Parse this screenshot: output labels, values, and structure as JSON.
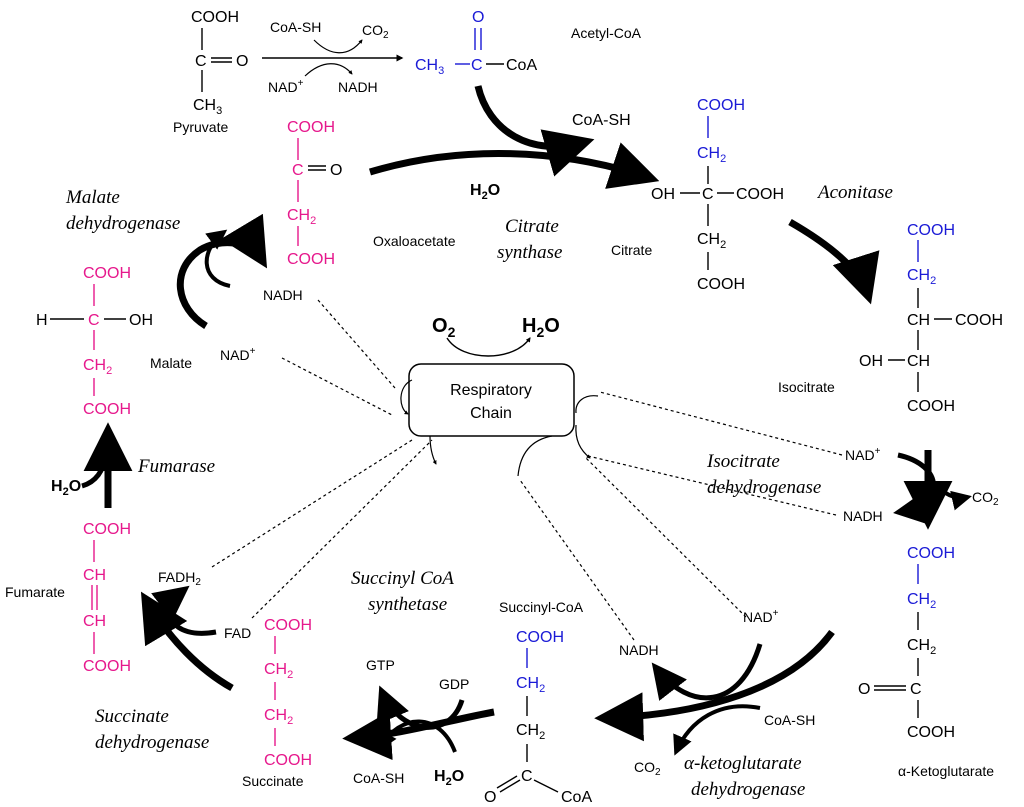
{
  "colors": {
    "magenta": "#e6188c",
    "blue": "#1a1ad6",
    "black": "#000000"
  },
  "center": {
    "line1": "Respiratory",
    "line2": "Chain"
  },
  "oxygen": {
    "o2": "O",
    "o2_sub": "2",
    "h2o": "H",
    "h2o_sub": "2",
    "h2o_end": "O"
  },
  "pyruvate": {
    "name": "Pyruvate",
    "cooh": "COOH",
    "c": "C",
    "o": "O",
    "ch3": "CH",
    "ch3_sub": "3"
  },
  "pdh_step": {
    "coash": "CoA-SH",
    "co2": "CO",
    "co2_sub": "2",
    "nad": "NAD",
    "nad_sup": "+",
    "nadh": "NADH"
  },
  "acetyl_coa": {
    "name": "Acetyl-CoA",
    "o": "O",
    "ch3": "CH",
    "ch3_sub": "3",
    "c": "C",
    "coa": "CoA"
  },
  "oxaloacetate": {
    "name": "Oxaloacetate",
    "cooh_top": "COOH",
    "c": "C",
    "o": "O",
    "ch2": "CH",
    "ch2_sub": "2",
    "cooh_bottom": "COOH"
  },
  "citrate_synthase": {
    "line1": "Citrate",
    "line2": "synthase",
    "coash": "CoA-SH",
    "h2o": "H",
    "h2o_sub": "2",
    "h2o_end": "O"
  },
  "citrate": {
    "name": "Citrate",
    "cooh_top": "COOH",
    "ch2_top": "CH",
    "ch2_top_sub": "2",
    "oh": "OH",
    "c": "C",
    "cooh_right": "COOH",
    "ch2_bottom": "CH",
    "ch2_bottom_sub": "2",
    "cooh_bottom": "COOH"
  },
  "aconitase": {
    "name": "Aconitase"
  },
  "isocitrate": {
    "name": "Isocitrate",
    "cooh_top": "COOH",
    "ch2": "CH",
    "ch2_sub": "2",
    "ch": "CH",
    "cooh_right": "COOH",
    "oh": "OH",
    "ch_lower": "CH",
    "cooh_bottom": "COOH"
  },
  "icdh": {
    "line1": "Isocitrate",
    "line2": "dehydrogenase",
    "nad": "NAD",
    "nad_sup": "+",
    "nadh": "NADH",
    "co2": "CO",
    "co2_sub": "2"
  },
  "akg": {
    "name": "α-Ketoglutarate",
    "cooh_top": "COOH",
    "ch2_a": "CH",
    "ch2_a_sub": "2",
    "ch2_b": "CH",
    "ch2_b_sub": "2",
    "o": "O",
    "c": "C",
    "cooh_bottom": "COOH"
  },
  "akgdh": {
    "line1": "α-ketoglutarate",
    "line2": "dehydrogenase",
    "nad": "NAD",
    "nad_sup": "+",
    "nadh": "NADH",
    "coash": "CoA-SH",
    "co2": "CO",
    "co2_sub": "2"
  },
  "succinyl_coa": {
    "name": "Succinyl-CoA",
    "cooh": "COOH",
    "ch2_a": "CH",
    "ch2_a_sub": "2",
    "ch2_b": "CH",
    "ch2_b_sub": "2",
    "o": "O",
    "c": "C",
    "coa": "CoA"
  },
  "sucs": {
    "line1": "Succinyl CoA",
    "line2": "synthetase",
    "gtp": "GTP",
    "gdp": "GDP",
    "coash": "CoA-SH",
    "h2o": "H",
    "h2o_sub": "2",
    "h2o_end": "O"
  },
  "succinate": {
    "name": "Succinate",
    "cooh_top": "COOH",
    "ch2_a": "CH",
    "ch2_a_sub": "2",
    "ch2_b": "CH",
    "ch2_b_sub": "2",
    "cooh_bottom": "COOH"
  },
  "sdh": {
    "line1": "Succinate",
    "line2": "dehydrogenase",
    "fad": "FAD",
    "fadh2": "FADH",
    "fadh2_sub": "2"
  },
  "fumarate": {
    "name": "Fumarate",
    "cooh_top": "COOH",
    "ch_a": "CH",
    "ch_b": "CH",
    "cooh_bottom": "COOH"
  },
  "fumarase": {
    "name": "Fumarase",
    "h2o": "H",
    "h2o_sub": "2",
    "h2o_end": "O"
  },
  "malate": {
    "name": "Malate",
    "cooh_top": "COOH",
    "h": "H",
    "c": "C",
    "oh": "OH",
    "ch2": "CH",
    "ch2_sub": "2",
    "cooh_bottom": "COOH"
  },
  "mdh": {
    "line1": "Malate",
    "line2": "dehydrogenase",
    "nadh": "NADH",
    "nad": "NAD",
    "nad_sup": "+"
  }
}
